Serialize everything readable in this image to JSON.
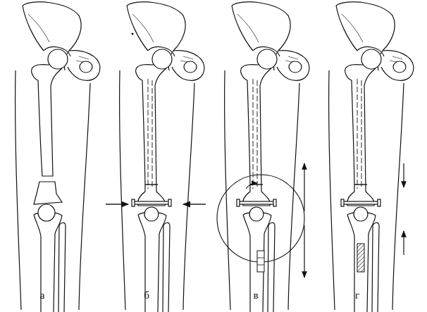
{
  "diagram": {
    "labels": [
      "а",
      "б",
      "в",
      "г"
    ]
  }
}
